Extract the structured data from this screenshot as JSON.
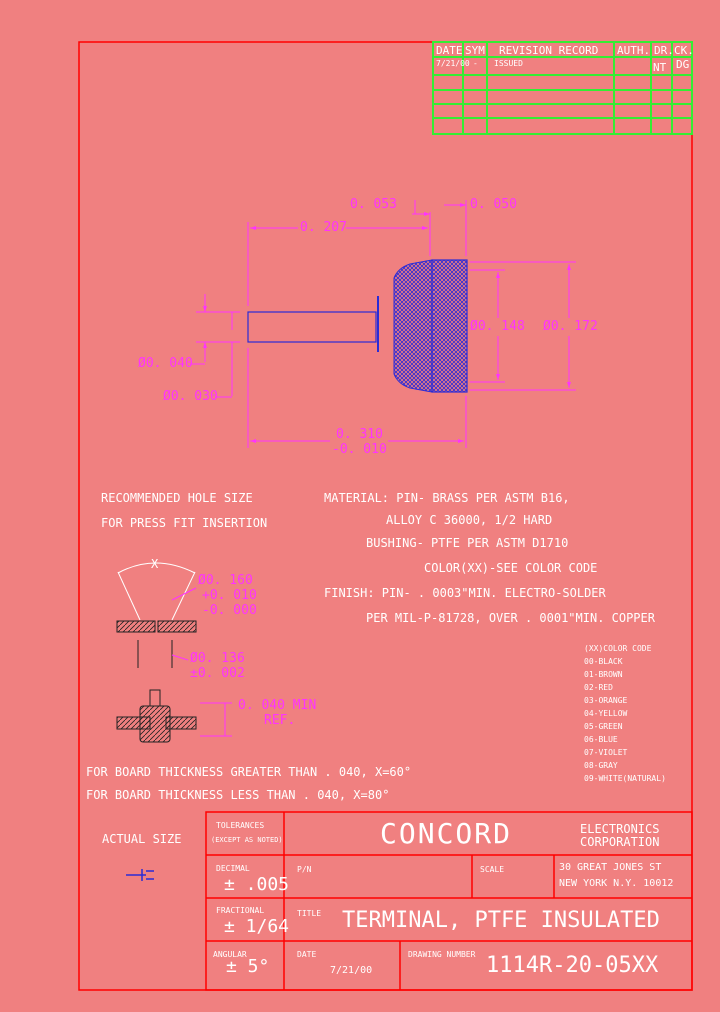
{
  "revision_block": {
    "headers": [
      "DATE",
      "SYM",
      "REVISION RECORD",
      "AUTH.",
      "DR.",
      "CK."
    ],
    "row1": {
      "date": "7/21/00",
      "sym": "-",
      "record": "ISSUED",
      "auth": "",
      "dr": "NT",
      "ck": "DG"
    }
  },
  "dimensions": {
    "d_0053": "0. 053",
    "d_0050": "0. 050",
    "d_0207": "0. 207",
    "d_0148": "Ø0. 148",
    "d_0172": "Ø0. 172",
    "d_0040": "Ø0. 040",
    "d_0030": "Ø0. 030",
    "d_0310": "0. 310",
    "d_0310_tol": "-0. 010"
  },
  "hole": {
    "title_line1": "RECOMMENDED HOLE SIZE",
    "title_line2": "FOR PRESS FIT INSERTION",
    "angle_label": "X",
    "dia_160": "Ø0. 160",
    "tol_plus": "+0. 010",
    "tol_minus": "-0. 000",
    "dia_136": "Ø0. 136",
    "tol_136": "±0. 002",
    "min_label": "0. 040 MIN",
    "ref_label": "REF.",
    "note_greater": "FOR BOARD THICKNESS GREATER THAN . 040, X=60°",
    "note_less": "FOR BOARD THICKNESS LESS THAN . 040, X=80°"
  },
  "material": {
    "line1": "MATERIAL: PIN- BRASS PER ASTM B16,",
    "line2": "ALLOY C 36000, 1/2 HARD",
    "line3": "BUSHING- PTFE PER ASTM D1710",
    "line4": "COLOR(XX)-SEE COLOR CODE",
    "line5": "FINISH: PIN- . 0003\"MIN. ELECTRO-SOLDER",
    "line6": "PER MIL-P-81728, OVER . 0001\"MIN. COPPER"
  },
  "color_code": {
    "title": "(XX)COLOR CODE",
    "items": [
      "00-BLACK",
      "01-BROWN",
      "02-RED",
      "03-ORANGE",
      "04-YELLOW",
      "05-GREEN",
      "06-BLUE",
      "07-VIOLET",
      "08-GRAY",
      "09-WHITE(NATURAL)"
    ]
  },
  "actual_size_label": "ACTUAL SIZE",
  "title_block": {
    "tolerances_label": "TOLERANCES",
    "tolerances_sub": "(EXCEPT AS NOTED)",
    "company": "CONCORD",
    "company_sub1": "ELECTRONICS",
    "company_sub2": "CORPORATION",
    "decimal_label": "DECIMAL",
    "decimal_value": "± .005",
    "pn_label": "P/N",
    "scale_label": "SCALE",
    "address1": "30 GREAT JONES ST",
    "address2": "NEW YORK N.Y. 10012",
    "fractional_label": "FRACTIONAL",
    "fractional_value": "± 1/64",
    "title_label": "TITLE",
    "title_value": "TERMINAL, PTFE INSULATED",
    "angular_label": "ANGULAR",
    "angular_value": "± 5°",
    "date_label": "DATE",
    "date_value": "7/21/00",
    "drawing_number_label": "DRAWING NUMBER",
    "drawing_number": "1114R-20-05XX"
  }
}
